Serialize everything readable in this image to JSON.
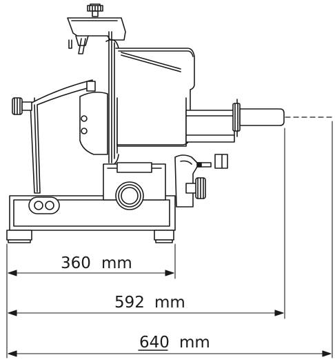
{
  "drawing": {
    "subject": "meat slicer side elevation",
    "line_color": "#1a1a1a",
    "background": "#ffffff"
  },
  "dimensions": [
    {
      "id": "dim-base",
      "label": "360 mm",
      "value": 360,
      "unit": "mm"
    },
    {
      "id": "dim-body",
      "label": "592 mm",
      "value": 592,
      "unit": "mm"
    },
    {
      "id": "dim-total",
      "label": "640 mm",
      "value": 640,
      "unit": "mm",
      "underline_value": true
    }
  ],
  "dim_labels": {
    "base_value": "360",
    "body_value": "592",
    "total_value": "640",
    "unit": "mm"
  }
}
